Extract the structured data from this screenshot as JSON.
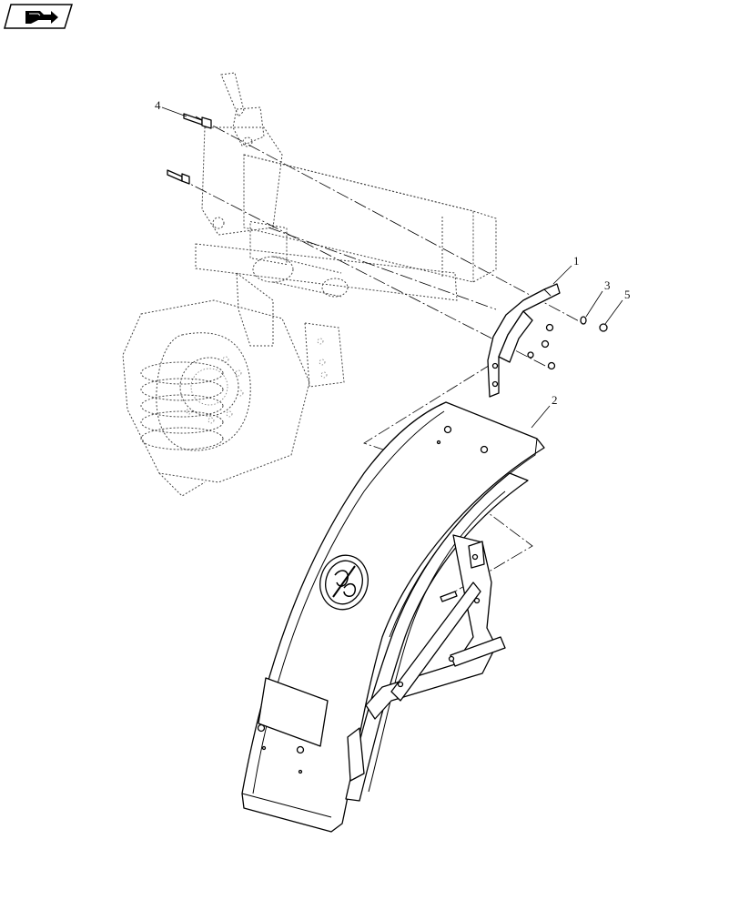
{
  "callouts": [
    {
      "id": "1",
      "text": "1"
    },
    {
      "id": "2",
      "text": "2"
    },
    {
      "id": "3",
      "text": "3"
    },
    {
      "id": "4",
      "text": "4"
    },
    {
      "id": "5",
      "text": "5"
    }
  ],
  "icons": {
    "nav": "next-page-arrow-icon",
    "logo": "fender-logo-icon"
  }
}
